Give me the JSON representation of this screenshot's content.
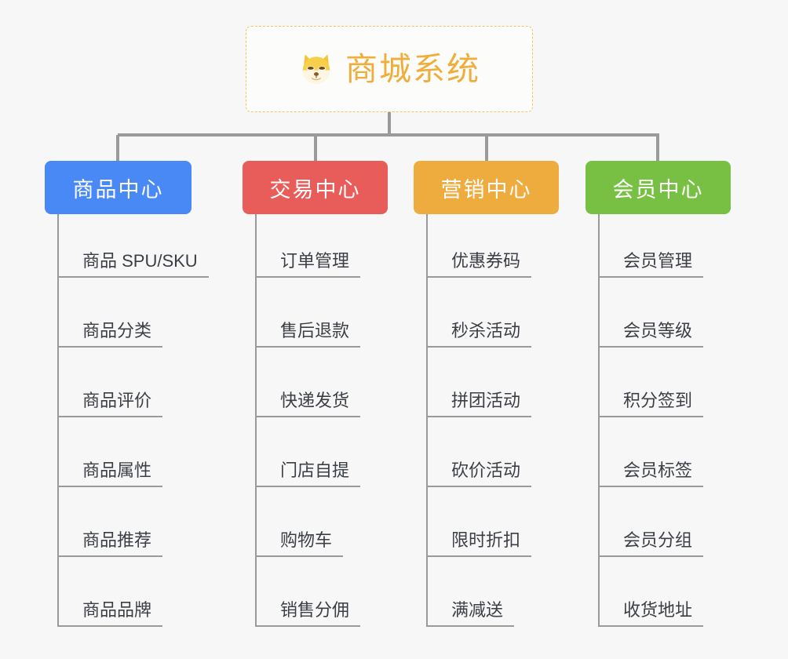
{
  "page": {
    "background_color": "#f7f7f7",
    "type": "org-chart"
  },
  "root": {
    "title": "商城系统",
    "icon": "dog-face-icon",
    "icon_glyph": "🐶",
    "border_color": "#f0c36b",
    "text_color": "#efae3c",
    "background_color": "#fcfcfa"
  },
  "connector": {
    "color": "#9a9a9a"
  },
  "columns": [
    {
      "label": "商品中心",
      "color": "#4889f5",
      "key": "product-center",
      "items": [
        "商品 SPU/SKU",
        "商品分类",
        "商品评价",
        "商品属性",
        "商品推荐",
        "商品品牌"
      ]
    },
    {
      "label": "交易中心",
      "color": "#e85d5a",
      "key": "trade-center",
      "items": [
        "订单管理",
        "售后退款",
        "快递发货",
        "门店自提",
        "购物车",
        "销售分佣"
      ]
    },
    {
      "label": "营销中心",
      "color": "#eeac3e",
      "key": "marketing-center",
      "items": [
        "优惠券码",
        "秒杀活动",
        "拼团活动",
        "砍价活动",
        "限时折扣",
        "满减送"
      ]
    },
    {
      "label": "会员中心",
      "color": "#78c043",
      "key": "member-center",
      "items": [
        "会员管理",
        "会员等级",
        "积分签到",
        "会员标签",
        "会员分组",
        "收货地址"
      ]
    }
  ]
}
